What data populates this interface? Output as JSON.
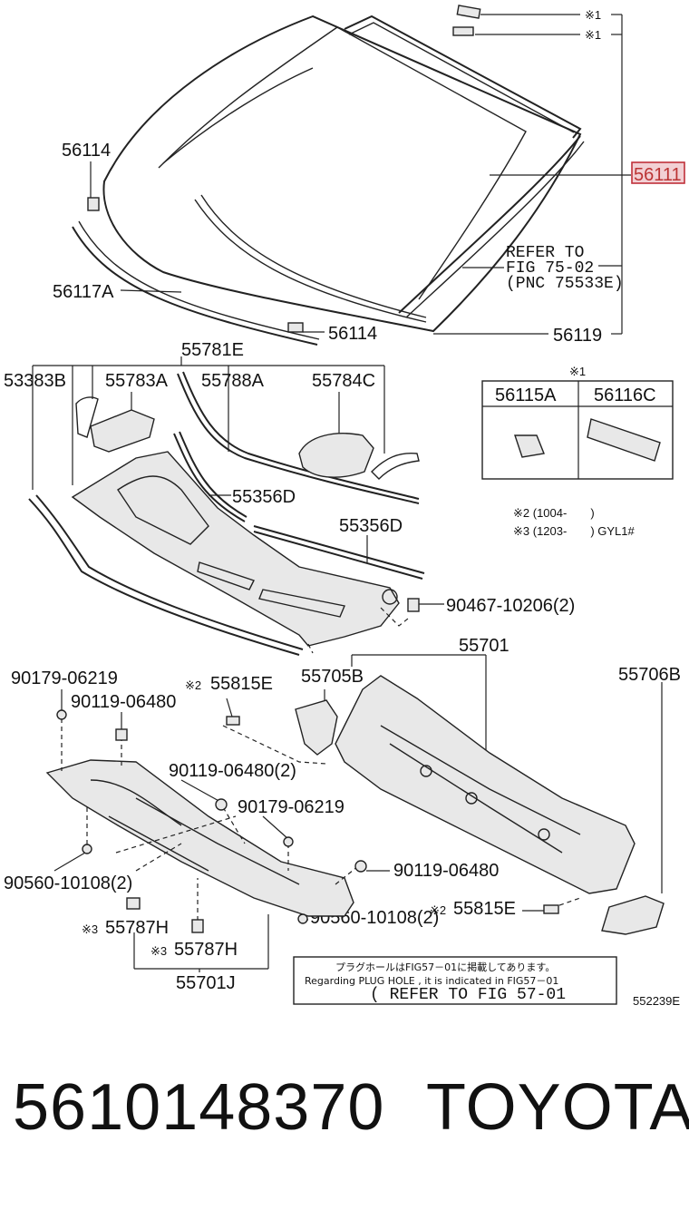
{
  "labels": {
    "l56114a": "56114",
    "l56117a": "56117A",
    "l56114b": "56114",
    "l56111": "56111",
    "l56119": "56119",
    "refer1": "REFER TO",
    "refer2": "FIG 75-02",
    "refer3": "(PNC 75533E)",
    "note1a": "※1",
    "note1b": "※1",
    "l55781e": "55781E",
    "l53383b": "53383B",
    "l55783a": "55783A",
    "l55788a": "55788A",
    "l55784c": "55784C",
    "l55356d_a": "55356D",
    "l55356d_b": "55356D",
    "l90467": "90467-10206(2)",
    "table_note": "※1",
    "col1": "56115A",
    "col2": "56116C",
    "foot2": "※2 (1004-　　)",
    "foot3": "※3 (1203-　　) GYL1#",
    "l55701": "55701",
    "l55705b": "55705B",
    "l55706b": "55706B",
    "l90179a": "90179-06219",
    "l90119a": "90119-06480",
    "l55815e_a_mark": "※2",
    "l55815e_a": "55815E",
    "l90119b": "90119-06480(2)",
    "l90179b": "90179-06219",
    "l90119c": "90119-06480",
    "l90560a": "90560-10108(2)",
    "l55815e_b_mark": "※2",
    "l55815e_b": "55815E",
    "l55787h_a_mark": "※3",
    "l55787h_a": "55787H",
    "l55787h_b_mark": "※3",
    "l55787h_b": "55787H",
    "l90560b": "90560-10108(2)",
    "l55701j": "55701J",
    "plug_jp": "プラグホールはFIG57－01に掲載してあります。",
    "plug_en": "Regarding  PLUG HOLE , it is indicated  in FIG57－01",
    "plug_ref": "( REFER TO FIG 57-01",
    "diagram_id": "552239E"
  },
  "footer": {
    "part_number": "5610148370",
    "brand": "TOYOTA"
  },
  "colors": {
    "highlight": "#c0303a"
  }
}
